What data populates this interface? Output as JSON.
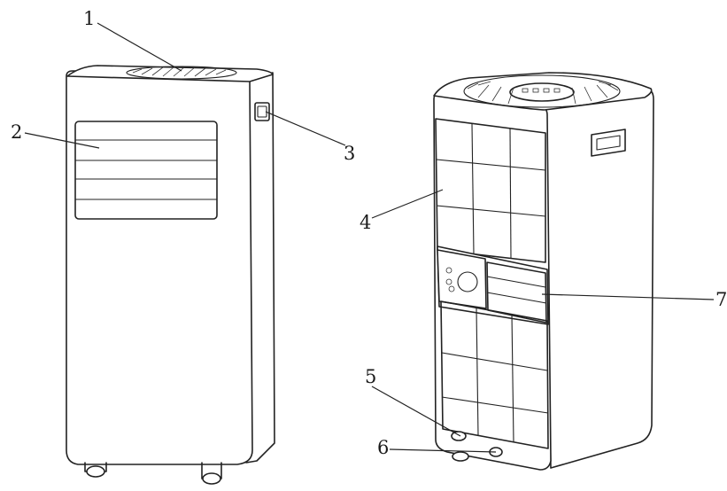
{
  "callouts": [
    {
      "id": 1,
      "label": "1"
    },
    {
      "id": 2,
      "label": "2"
    },
    {
      "id": 3,
      "label": "3"
    },
    {
      "id": 4,
      "label": "4"
    },
    {
      "id": 5,
      "label": "5"
    },
    {
      "id": 6,
      "label": "6"
    },
    {
      "id": 7,
      "label": "7"
    }
  ],
  "colors": {
    "line": "#222222",
    "background": "#ffffff"
  }
}
